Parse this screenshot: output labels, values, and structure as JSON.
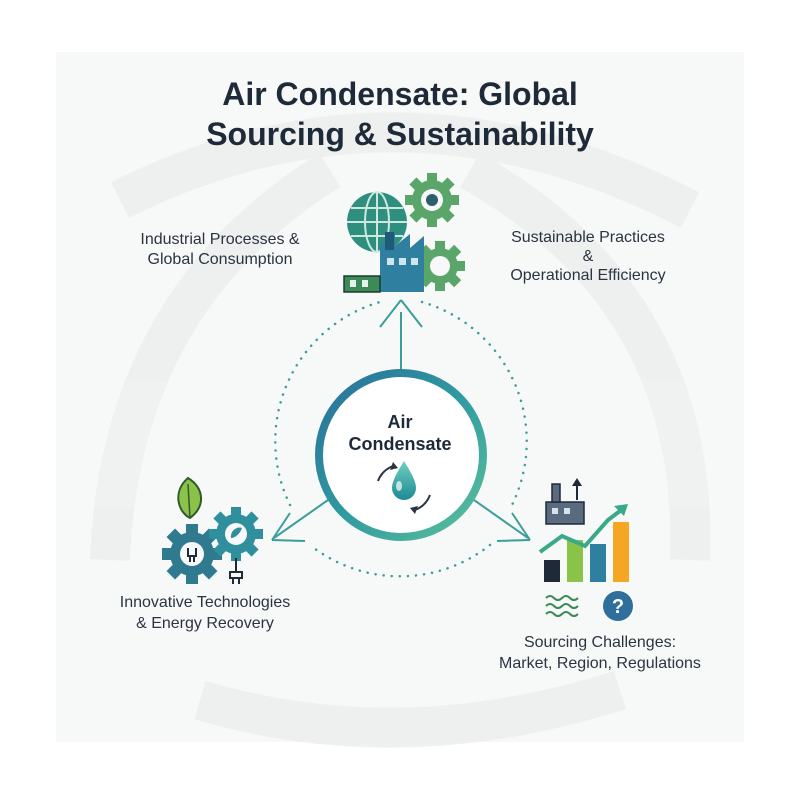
{
  "title": {
    "line1": "Air Condensate: Global",
    "line2": "Sourcing & Sustainability"
  },
  "center": {
    "line1": "Air",
    "line2": "Condensate",
    "icon": "water-drop-cycle-icon"
  },
  "nodes": {
    "top_left": {
      "line1": "Industrial Processes &",
      "line2": "Global Consumption"
    },
    "top_right": {
      "line1": "Sustainable Practices",
      "line2": "&",
      "line3": "Operational Efficiency"
    },
    "bottom_left": {
      "line1": "Innovative Technologies",
      "line2": "& Energy Recovery"
    },
    "bottom_right": {
      "line1": "Sourcing Challenges:",
      "line2": "Market, Region, Regulations"
    }
  },
  "icons": {
    "top": "globe-factory-gears-icon",
    "bottom_left": "leaf-gears-plug-icon",
    "bottom_right": "factory-bar-chart-question-icon"
  },
  "colors": {
    "teal": "#2f8f9d",
    "blue": "#2a6f9b",
    "green": "#4caf82",
    "light_green": "#8bc34a",
    "dark": "#1e2a38",
    "orange": "#f5a623",
    "dotted": "#3a9e9a"
  }
}
